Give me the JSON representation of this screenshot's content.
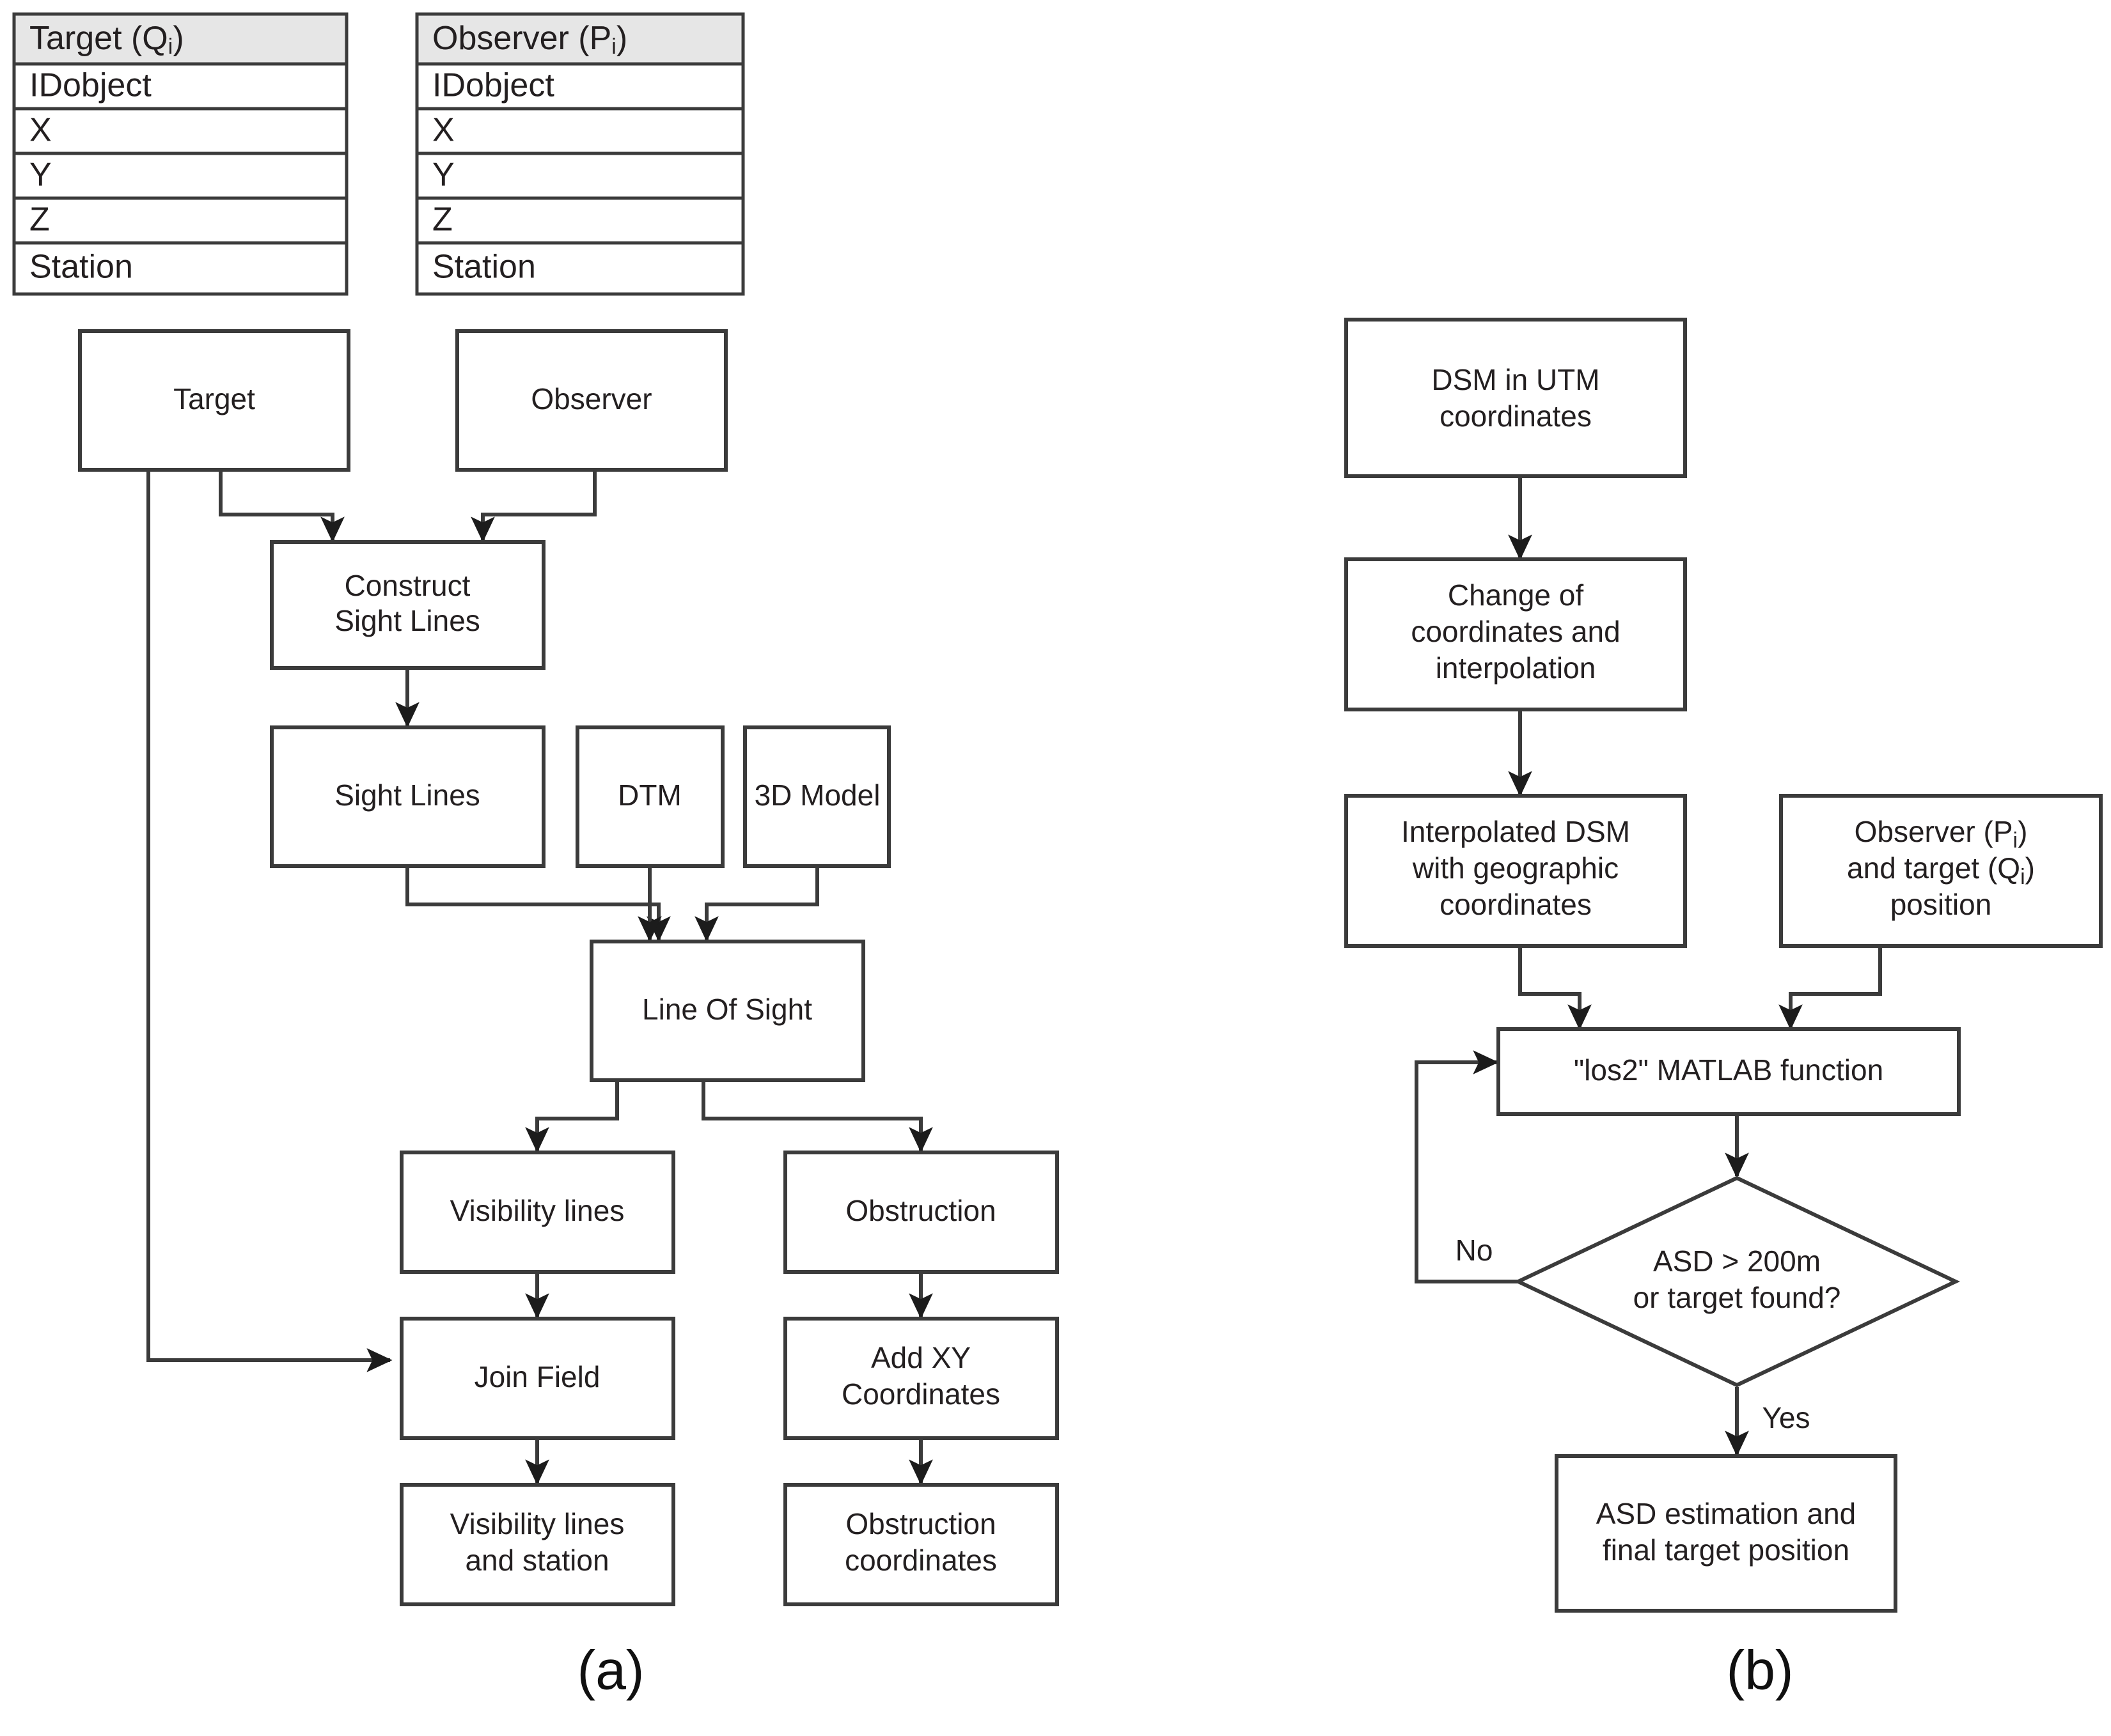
{
  "figure": {
    "panels": [
      {
        "id": "a",
        "caption": "(a)"
      },
      {
        "id": "b",
        "caption": "(b)"
      }
    ]
  },
  "colors": {
    "stroke": "#3b3b3b",
    "table_header_fill": "#e6e6e6",
    "box_fill": "#ffffff",
    "text": "#231f20",
    "page_background": "#ffffff"
  },
  "panel_a": {
    "tables": [
      {
        "name": "target-entity-table",
        "header": "Target",
        "header_paren_open": " (Q",
        "header_sub": "i",
        "header_paren_close": ")",
        "rows": [
          "IDobject",
          "X",
          "Y",
          "Z",
          "Station"
        ]
      },
      {
        "name": "observer-entity-table",
        "header": "Observer",
        "header_paren_open": " (P",
        "header_sub": "i",
        "header_paren_close": ")",
        "rows": [
          "IDobject",
          "X",
          "Y",
          "Z",
          "Station"
        ]
      }
    ],
    "nodes": [
      {
        "id": "target",
        "label": "Target"
      },
      {
        "id": "observer",
        "label": "Observer"
      },
      {
        "id": "construct-sight-lines",
        "label_line1": "Construct",
        "label_line2": "Sight Lines"
      },
      {
        "id": "sight-lines",
        "label": "Sight Lines"
      },
      {
        "id": "dtm",
        "label": "DTM"
      },
      {
        "id": "3d-model",
        "label": "3D Model"
      },
      {
        "id": "line-of-sight",
        "label": "Line Of Sight"
      },
      {
        "id": "visibility-lines",
        "label": "Visibility lines"
      },
      {
        "id": "obstruction",
        "label": "Obstruction"
      },
      {
        "id": "join-field",
        "label": "Join Field"
      },
      {
        "id": "add-xy-coordinates",
        "label_line1": "Add XY",
        "label_line2": "Coordinates"
      },
      {
        "id": "visibility-lines-and-station",
        "label_line1": "Visibility lines",
        "label_line2": "and station"
      },
      {
        "id": "obstruction-coordinates",
        "label_line1": "Obstruction",
        "label_line2": "coordinates"
      }
    ],
    "caption": "(a)"
  },
  "panel_b": {
    "nodes": [
      {
        "id": "dsm-in-utm",
        "label_line1": "DSM in UTM",
        "label_line2": "coordinates"
      },
      {
        "id": "change-of-coordinates",
        "label_line1": "Change of",
        "label_line2": "coordinates and",
        "label_line3": "interpolation"
      },
      {
        "id": "interpolated-dsm",
        "label_line1": "Interpolated DSM",
        "label_line2": "with geographic",
        "label_line3": "coordinates"
      },
      {
        "id": "observer-target-position",
        "label_line1_a": "Observer (P",
        "label_line1_sub": "i",
        "label_line1_b": ")",
        "label_line2_a": "and target (Q",
        "label_line2_sub": "i",
        "label_line2_b": ")",
        "label_line3": "position"
      },
      {
        "id": "los2-matlab-function",
        "label": "\"los2\" MATLAB function"
      },
      {
        "id": "asd-decision",
        "label_line1": "ASD > 200m",
        "label_line2": "or target found?"
      },
      {
        "id": "asd-estimation",
        "label_line1": "ASD estimation and",
        "label_line2": "final target position"
      }
    ],
    "edge_labels": {
      "no": "No",
      "yes": "Yes"
    },
    "caption": "(b)"
  }
}
